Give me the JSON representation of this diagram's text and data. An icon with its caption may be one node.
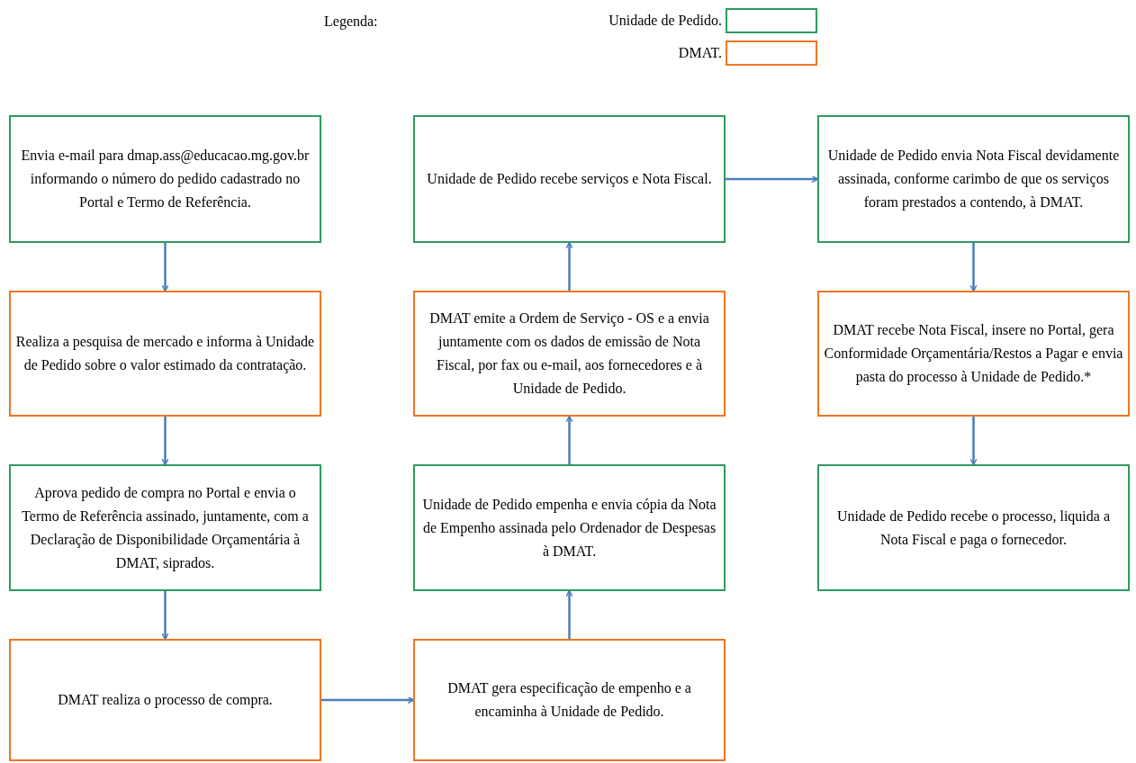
{
  "diagram": {
    "nodes": [
      {
        "text": [
          "Envia e-mail para dmap.ass@educacao.mg.gov.br informando o número do pedido cadastrado no Portal e Termo de Referência."
        ]
      },
      {
        "text": [
          "Realiza a pesquisa de mercado e informa à Unidade de Pedido sobre o valor estimado da contratação."
        ]
      },
      {
        "text": [
          "Aprova pedido de compra no Portal e envia o Termo de Referência assinado, juntamente, com a Declaração de Disponibilidade Orçamentária à DMAT, siprados."
        ]
      },
      {
        "text": [
          "DMAT realiza o processo de compra."
        ]
      },
      {
        "text": [
          "DMAT gera especificação de empenho e a encaminha à Unidade de Pedido."
        ]
      },
      {
        "text": [
          "Unidade de Pedido empenha e envia cópia da Nota de Empenho assinada pelo Ordenador de Despesas à DMAT."
        ]
      },
      {
        "text": [
          "DMAT emite a Ordem de Serviço - OS e a envia juntamente com os dados de emissão de Nota Fiscal, por fax ou e-mail, aos fornecedores e à Unidade de Pedido."
        ]
      },
      {
        "text": [
          "Unidade de Pedido recebe serviços e Nota Fiscal."
        ]
      },
      {
        "text": [
          "Unidade de Pedido envia Nota Fiscal devidamente assinada, conforme carimbo de que os serviços foram prestados a contendo, à DMAT."
        ]
      },
      {
        "text": [
          "DMAT recebe Nota Fiscal, insere no Portal, gera Conformidade Orçamentária/Restos a Pagar e envia pasta do processo à Unidade de Pedido.*"
        ]
      },
      {
        "text": [
          "Unidade de Pedido recebe o processo, liquida a Nota Fiscal e paga o fornecedor."
        ]
      }
    ],
    "edges": [
      {
        "from": 0,
        "to": 1,
        "arrow": "to"
      },
      {
        "from": 1,
        "to": 2,
        "arrow": "to"
      },
      {
        "from": 2,
        "to": 3,
        "arrow": "to"
      },
      {
        "from": 3,
        "to": 4,
        "arrow": "to"
      },
      {
        "from": 4,
        "to": 5,
        "arrow": "to"
      },
      {
        "from": 5,
        "to": 6,
        "arrow": "to"
      },
      {
        "from": 6,
        "to": 7,
        "arrow": "to"
      },
      {
        "from": 7,
        "to": 8,
        "arrow": "to"
      },
      {
        "from": 8,
        "to": 9,
        "arrow": "to"
      },
      {
        "from": 9,
        "to": 10,
        "arrow": "to"
      }
    ],
    "labels": [
      "Legenda:"
    ],
    "legend": [
      {
        "text": "Unidade de Pedido.",
        "color": "#2e9a5e"
      },
      {
        "text": "DMAT.",
        "color": "#f07522"
      }
    ]
  }
}
